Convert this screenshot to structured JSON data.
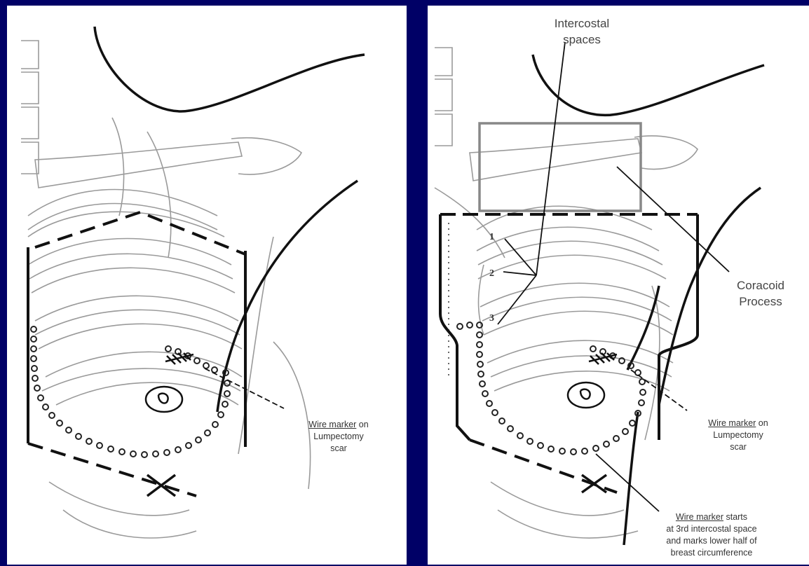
{
  "left_panel": {
    "wire_label": {
      "underlined": "Wire marker",
      "rest": " on"
    },
    "wire_label_line2": "Lumpectomy",
    "wire_label_line3": "scar"
  },
  "right_panel": {
    "intercostal_label": [
      "Intercostal",
      "spaces"
    ],
    "coracoid_label": [
      "Coracoid",
      "Process"
    ],
    "space_numbers": [
      "1",
      "2",
      "3"
    ],
    "wire_label": {
      "underlined": "Wire marker",
      "rest": " on"
    },
    "wire_label_line2": "Lumpectomy",
    "wire_label_line3": "scar",
    "wire_start_label": {
      "underlined": "Wire marker",
      "rest": " starts"
    },
    "wire_start_lines": [
      "at 3rd intercostal space",
      "and marks lower half of",
      "breast circumference"
    ]
  },
  "colors": {
    "background": "#000066",
    "panel": "#ffffff",
    "box": "#888888"
  }
}
